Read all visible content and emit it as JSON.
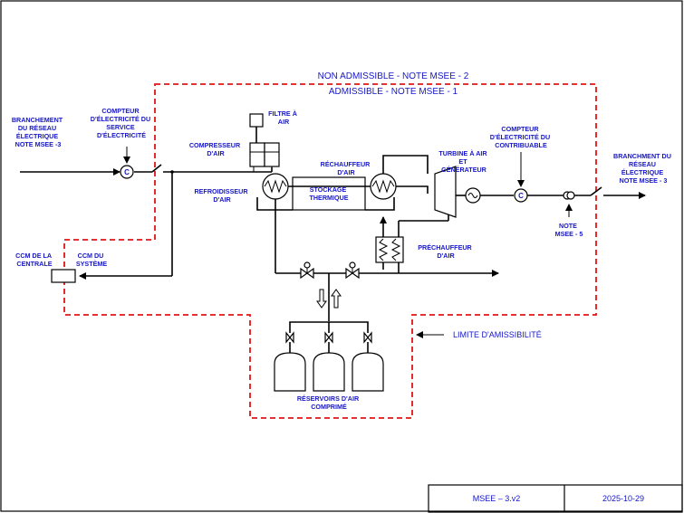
{
  "boundaries": {
    "non_admissible": "NON ADMISSIBLE - NOTE MSEE - 2",
    "admissible": "ADMISSIBLE - NOTE MSEE - 1",
    "limit": "LIMITE D'AMISSIBILITÉ"
  },
  "labels": {
    "grid_left": [
      "BRANCHEMENT",
      "DU RÉSEAU",
      "ÉLECTRIQUE",
      "NOTE MSEE -3"
    ],
    "utility_meter": [
      "COMPTEUR",
      "D'ÉLECTRICITÉ DU",
      "SERVICE",
      "D'ÉLECTRICITÉ"
    ],
    "air_filter": [
      "FILTRE À",
      "AIR"
    ],
    "air_compressor": [
      "COMPRESSEUR",
      "D'AIR"
    ],
    "air_cooler": [
      "REFROIDISSEUR",
      "D'AIR"
    ],
    "thermal_storage": [
      "STOCKAGE",
      "THERMIQUE"
    ],
    "air_heater": [
      "RÉCHAUFFEUR",
      "D'AIR"
    ],
    "turbine": [
      "TURBINE À AIR",
      "ET",
      "GÉNÉRATEUR"
    ],
    "taxpayer_meter": [
      "COMPTEUR",
      "D'ÉLECTRICITÉ DU",
      "CONTRIBUABLE"
    ],
    "grid_right": [
      "BRANCHMENT DU",
      "RÉSEAU",
      "ÉLECTRIQUE",
      "NOTE MSEE - 3"
    ],
    "plant_ccm": [
      "CCM DE LA",
      "CENTRALE"
    ],
    "system_ccm": [
      "CCM DU",
      "SYSTÈME"
    ],
    "preheater": [
      "PRÉCHAUFFEUR",
      "D'AIR"
    ],
    "note5": [
      "NOTE",
      "MSEE - 5"
    ],
    "reservoirs": [
      "RÉSERVOIRS D'AIR",
      "COMPRIMÉ"
    ]
  },
  "meter_symbol": "C",
  "title_block": {
    "drawing_id": "MSEE – 3.v2",
    "date": "2025-10-29"
  },
  "colors": {
    "label": "#1616c8",
    "boundary": "#e01414"
  }
}
